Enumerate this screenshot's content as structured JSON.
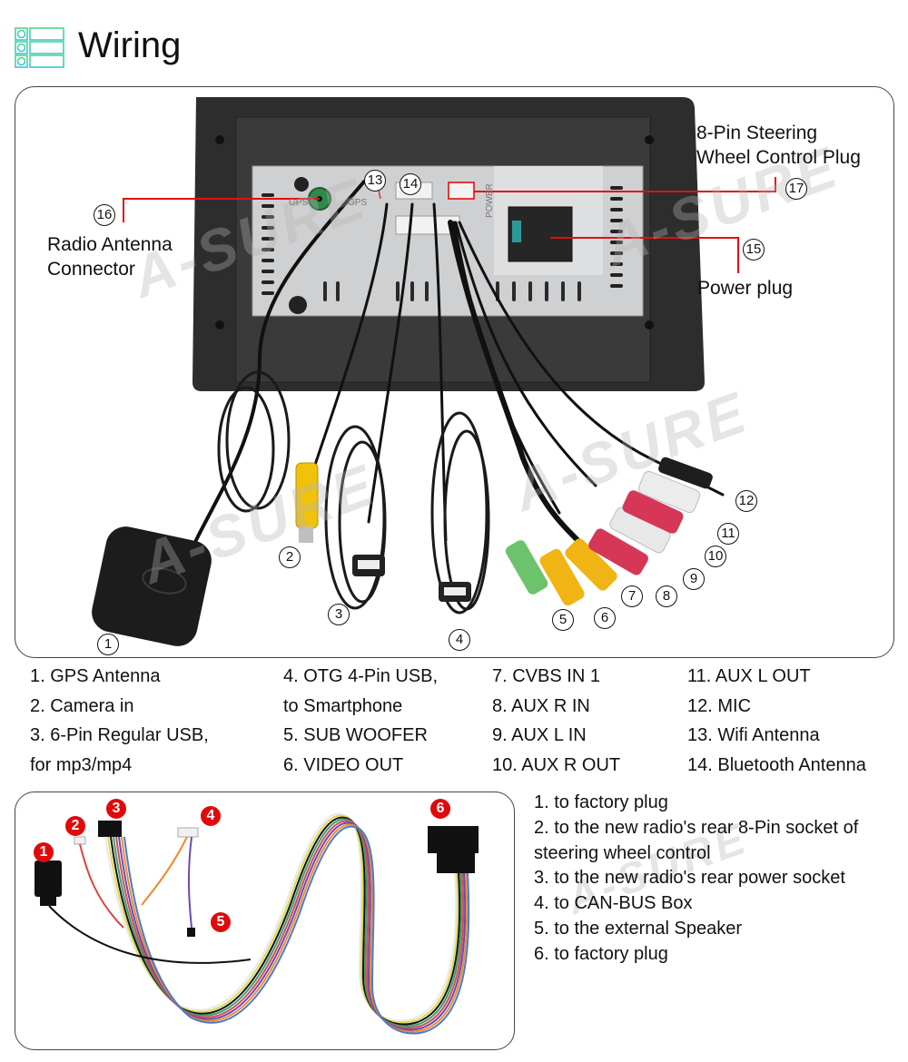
{
  "header": {
    "title": "Wiring",
    "icon": "list-icon",
    "icon_color_top": "#4fd68a",
    "icon_color_bottom": "#3fc6d6"
  },
  "watermark": "A-SURE",
  "unit_diagram": {
    "callouts": {
      "steering_plug": "8-Pin Steering\nWheel Control Plug",
      "steering_plug_line1": "8-Pin Steering",
      "steering_plug_line2": "Wheel Control Plug",
      "power_plug": "Power plug",
      "radio_antenna_line1": "Radio Antenna",
      "radio_antenna_line2": "Connector",
      "gps_left": "GPS",
      "gps_right": "GPS",
      "power_text": "POWER"
    },
    "markers": [
      "1",
      "2",
      "3",
      "4",
      "5",
      "6",
      "7",
      "8",
      "9",
      "10",
      "11",
      "12",
      "13",
      "14",
      "15",
      "16",
      "17"
    ],
    "line_color": "#e01010"
  },
  "legend1": {
    "col1": [
      "1. GPS Antenna",
      "2. Camera in",
      "3. 6-Pin Regular USB,",
      "for mp3/mp4"
    ],
    "col2": [
      "4. OTG 4-Pin USB,",
      "to Smartphone",
      "5. SUB WOOFER",
      "6. VIDEO OUT"
    ],
    "col3": [
      "7. CVBS IN 1",
      "8. AUX R IN",
      "9. AUX L IN",
      "10. AUX R OUT"
    ],
    "col4": [
      "11. AUX L OUT",
      "12. MIC",
      "13. Wifi Antenna",
      "14. Bluetooth Antenna"
    ]
  },
  "harness": {
    "markers": [
      "1",
      "2",
      "3",
      "4",
      "5",
      "6"
    ],
    "marker_color": "#e00a0a",
    "items": [
      "1. to factory plug",
      "2. to the new radio's rear 8-Pin socket of",
      "steering wheel control",
      "3. to the new radio's rear power socket",
      "4. to CAN-BUS Box",
      "5. to the external Speaker",
      "6. to factory plug"
    ]
  }
}
